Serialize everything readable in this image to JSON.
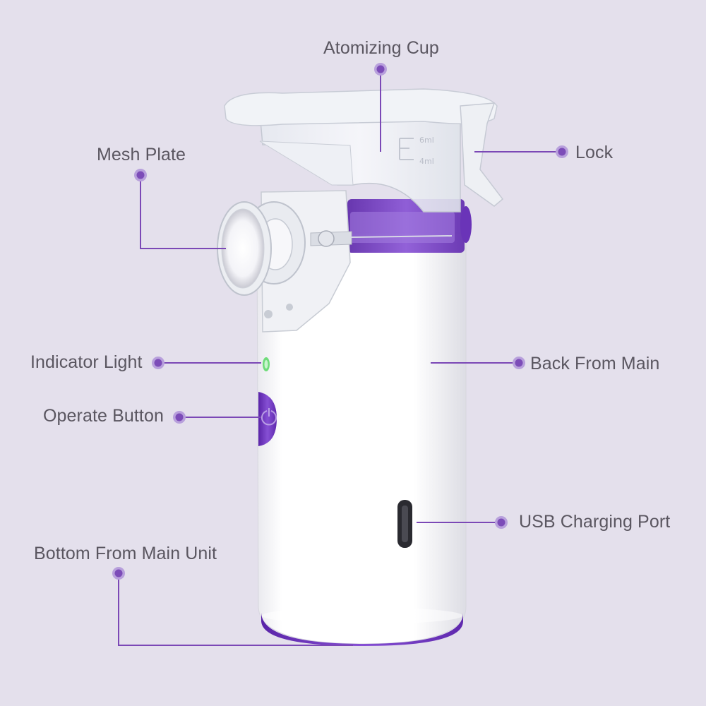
{
  "diagram": {
    "colors": {
      "background": "#e4e0ec",
      "leader_line": "#7b48b6",
      "dot_fill": "#7c4cb8",
      "dot_ring": "#b8a0dc",
      "label_text": "#5a5660",
      "device_body": "#ffffff",
      "device_accent": "#7338c4",
      "cup": "#f2f4f8"
    },
    "labels": {
      "atomizing_cup": "Atomizing Cup",
      "mesh_plate": "Mesh Plate",
      "lock": "Lock",
      "indicator_light": "Indicator Light",
      "back_from_main": "Back From Main",
      "operate_button": "Operate Button",
      "usb_charging_port": "USB Charging Port",
      "bottom_from_main_unit": "Bottom From Main Unit"
    },
    "cup_markings": {
      "upper": "6ml",
      "lower": "4ml"
    }
  }
}
